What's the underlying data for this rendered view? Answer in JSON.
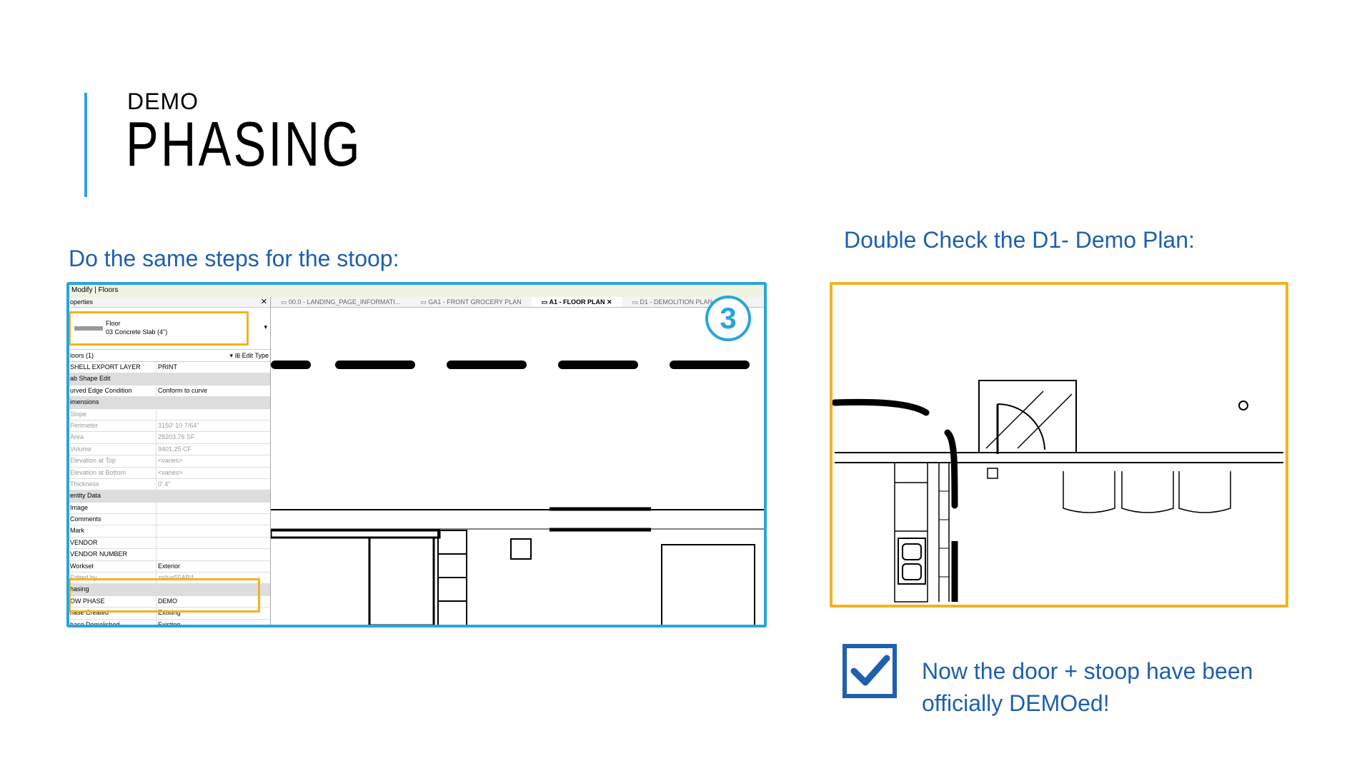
{
  "header": {
    "kicker": "DEMO",
    "title": "PHASING"
  },
  "captions": {
    "left": "Do the same steps for the stoop:",
    "right": "Double Check the D1- Demo Plan:"
  },
  "screenshot": {
    "ribbon": "Modify | Floors",
    "properties_title": "operties",
    "type_family": "Floor",
    "type_name": "03 Concrete Slab (4\")",
    "type_selector": "loors (1)",
    "edit_type": "Edit Type",
    "rows": [
      {
        "k": "SHELL EXPORT LAYER",
        "v": "PRINT",
        "kind": "row"
      },
      {
        "k": "ab Shape Edit",
        "v": "",
        "kind": "group"
      },
      {
        "k": "urved Edge Condition",
        "v": "Conform to curve",
        "kind": "row"
      },
      {
        "k": "imensions",
        "v": "",
        "kind": "group"
      },
      {
        "k": "Slope",
        "v": "",
        "kind": "dim"
      },
      {
        "k": "Perimeter",
        "v": "3150'  10 7/64\"",
        "kind": "dim"
      },
      {
        "k": "Area",
        "v": "28203.76 SF",
        "kind": "dim"
      },
      {
        "k": "Volume",
        "v": "9401.25 CF",
        "kind": "dim"
      },
      {
        "k": "Elevation at Top",
        "v": "<varies>",
        "kind": "dim"
      },
      {
        "k": "Elevation at Bottom",
        "v": "<varies>",
        "kind": "dim"
      },
      {
        "k": "Thickness",
        "v": "0'  4\"",
        "kind": "dim"
      },
      {
        "k": "entity Data",
        "v": "",
        "kind": "group"
      },
      {
        "k": "Image",
        "v": "",
        "kind": "row"
      },
      {
        "k": "Comments",
        "v": "",
        "kind": "row"
      },
      {
        "k": "Mark",
        "v": "",
        "kind": "row"
      },
      {
        "k": "VENDOR",
        "v": "",
        "kind": "row"
      },
      {
        "k": "VENDOR NUMBER",
        "v": "",
        "kind": "row"
      },
      {
        "k": "Workset",
        "v": "Exterior",
        "kind": "row"
      },
      {
        "k": "Edited by",
        "v": "zsilva55AR4",
        "kind": "dim"
      },
      {
        "k": "hasing",
        "v": "",
        "kind": "group"
      },
      {
        "k": "OW PHASE",
        "v": "DEMO",
        "kind": "row"
      },
      {
        "k": "hase Created",
        "v": "Existing",
        "kind": "row"
      },
      {
        "k": "hase Demolished",
        "v": "Existing",
        "kind": "row"
      }
    ],
    "tabs": [
      {
        "label": "00.0 - LANDING_PAGE_INFORMATI...",
        "active": false
      },
      {
        "label": "GA1 - FRONT GROCERY PLAN",
        "active": false
      },
      {
        "label": "A1 - FLOOR PLAN  ✕",
        "active": true
      },
      {
        "label": "D1 - DEMOLITION PLAN",
        "active": false
      }
    ],
    "step_number": "3"
  },
  "note": {
    "line1": "Now the door + stoop have been",
    "line2": "officially DEMOed!"
  },
  "colors": {
    "blue_frame": "#2aa4dc",
    "yellow_frame": "#f2b321",
    "text_blue": "#1f5fae"
  },
  "icons": {
    "check": "checkmark-icon",
    "close": "close-icon",
    "view": "view-icon"
  }
}
